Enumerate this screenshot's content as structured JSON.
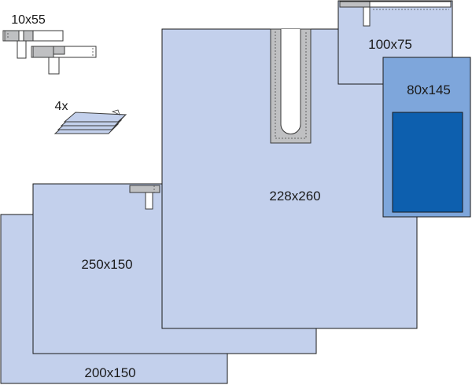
{
  "drapes": {
    "sheet_200x150": {
      "label": "200x150"
    },
    "sheet_250x150": {
      "label": "250x150"
    },
    "sheet_228x260": {
      "label": "228x260"
    },
    "sheet_100x75": {
      "label": "100x75"
    },
    "sheet_80x145": {
      "label": "80x145"
    }
  },
  "tapes": {
    "label": "10x55"
  },
  "towels": {
    "label": "4x"
  },
  "colors": {
    "sheet_fill": "#c3d0ec",
    "pocket_sheet_fill": "#7ea6db",
    "pocket_fill": "#0d5fae",
    "tape_grey": "#bfc0c2"
  }
}
